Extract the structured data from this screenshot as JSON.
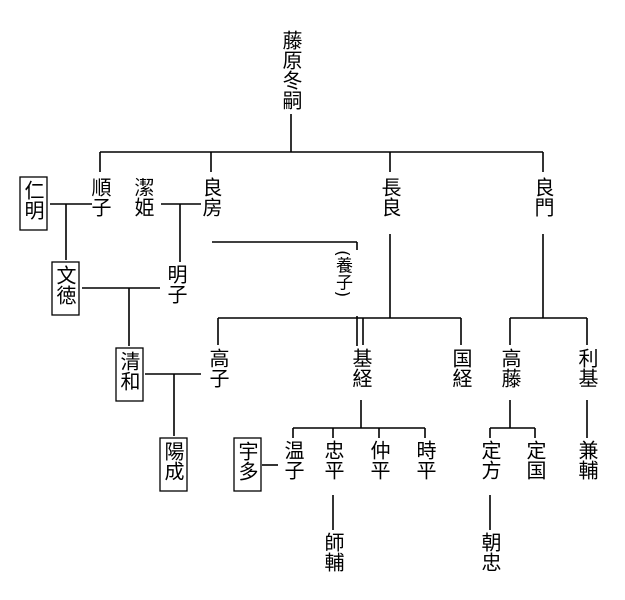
{
  "people": {
    "fuyutsugu": "藤原冬嗣",
    "junshi": "順子",
    "kiyohime": "潔姫",
    "yoshifusa": "良房",
    "nagara": "長良",
    "yoshikado": "良門",
    "akirakeiko": "明子",
    "takaiko": "高子",
    "mototsune": "基経",
    "kunitsune": "国経",
    "takafuji": "高藤",
    "toshimoto": "利基",
    "yoshiko": "温子",
    "tadahira": "忠平",
    "nakahira": "仲平",
    "tokihira": "時平",
    "sadakata": "定方",
    "sadakuni": "定国",
    "kanesuke": "兼輔",
    "morosuke": "師輔",
    "asatada": "朝忠"
  },
  "emperors": {
    "ninmyo": "仁明",
    "montoku": "文徳",
    "seiwa": "清和",
    "yozei": "陽成",
    "uda": "宇多"
  },
  "annotations": {
    "adoption": "(養子)"
  }
}
